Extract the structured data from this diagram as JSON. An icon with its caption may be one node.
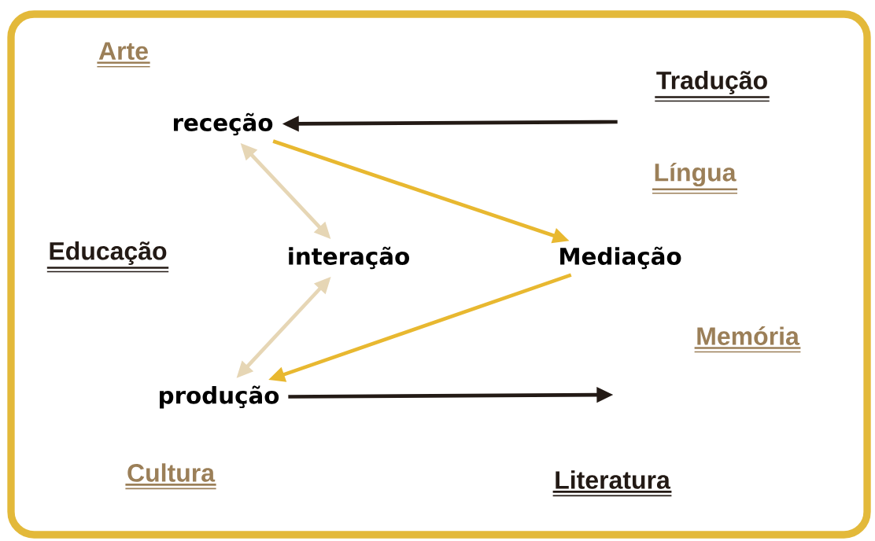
{
  "diagram": {
    "nodes": [
      {
        "text": [
          "receção"
        ]
      },
      {
        "text": [
          "interação"
        ]
      },
      {
        "text": [
          "Mediação"
        ]
      },
      {
        "text": [
          "produção"
        ]
      }
    ],
    "edges": [
      {
        "from": null,
        "to": 0,
        "arrow": "to",
        "color": "#231a15"
      },
      {
        "from": 0,
        "to": 2,
        "arrow": "to",
        "color": "#e8b830"
      },
      {
        "from": 0,
        "to": 1,
        "arrow": "both",
        "color": "#e6d6b5"
      },
      {
        "from": 1,
        "to": 3,
        "arrow": "both",
        "color": "#e6d6b5"
      },
      {
        "from": 2,
        "to": 3,
        "arrow": "to",
        "color": "#e8b830"
      },
      {
        "from": 3,
        "to": null,
        "arrow": "to",
        "color": "#231a15"
      }
    ],
    "labels": [
      "Arte",
      "Tradução",
      "Língua",
      "Educação",
      "Memória",
      "Cultura",
      "Literatura"
    ]
  }
}
